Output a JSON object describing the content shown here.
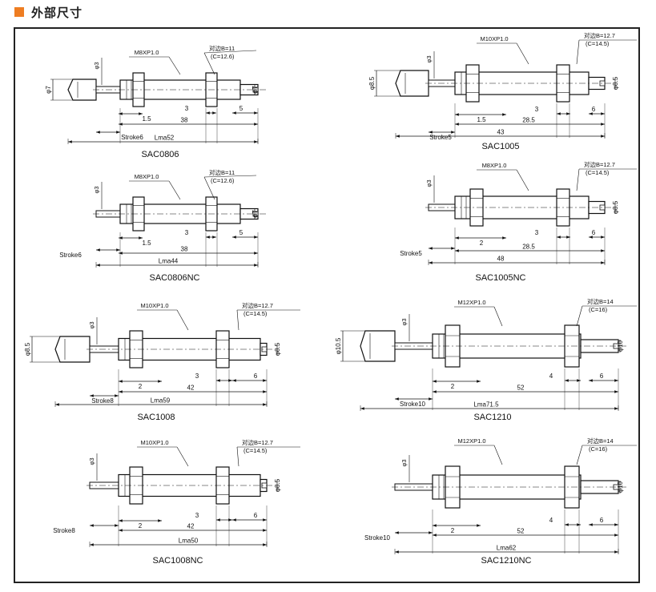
{
  "header": {
    "title": "外部尺寸",
    "accent_color": "#ee7d22"
  },
  "drawings": [
    {
      "caption": "SAC0806",
      "thread": "M8XP1.0",
      "flat_a": "对边B=11",
      "flat_b": "(C=12.6)",
      "phi3": "φ3",
      "left_phi": "φ7",
      "right_phi": "φ7",
      "d1": "1.5",
      "d2": "3",
      "d3": "5",
      "body_len": "38",
      "stroke": "Stroke6",
      "lma": "Lma52"
    },
    {
      "caption": "SAC1005",
      "thread": "M10XP1.0",
      "flat_a": "对边B=12.7",
      "flat_b": "(C=14.5)",
      "phi3": "φ3",
      "left_phi": "φ8.5",
      "right_phi": "φ8.5",
      "d1": "1.5",
      "d2": "3",
      "d3": "6",
      "body_len": "28.5",
      "stroke": "Stroke5",
      "lma": "43"
    },
    {
      "caption": "SAC0806NC",
      "thread": "M8XP1.0",
      "flat_a": "对边B=11",
      "flat_b": "(C=12.6)",
      "phi3": "φ3",
      "right_phi": "φ7",
      "d1": "1.5",
      "d2": "3",
      "d3": "5",
      "body_len": "38",
      "stroke": "Stroke6",
      "lma": "Lma44"
    },
    {
      "caption": "SAC1005NC",
      "thread": "M8XP1.0",
      "flat_a": "对边B=12.7",
      "flat_b": "(C=14.5)",
      "phi3": "φ3",
      "right_phi": "φ8.5",
      "d1": "2",
      "d2": "3",
      "d3": "6",
      "body_len": "28.5",
      "stroke": "Stroke5",
      "lma": "48"
    },
    {
      "caption": "SAC1008",
      "thread": "M10XP1.0",
      "flat_a": "对边B=12.7",
      "flat_b": "(C=14.5)",
      "phi3": "φ3",
      "left_phi": "φ8.5",
      "right_phi": "φ8.5",
      "d1": "2",
      "d2": "3",
      "d3": "6",
      "body_len": "42",
      "stroke": "Stroke8",
      "lma": "Lma59"
    },
    {
      "caption": "SAC1210",
      "thread": "M12XP1.0",
      "flat_a": "对边B=14",
      "flat_b": "(C=16)",
      "phi3": "φ3",
      "left_phi": "φ10.5",
      "right_phi": "φ10",
      "d1": "2",
      "d2": "4",
      "d3": "6",
      "body_len": "52",
      "stroke": "Stroke10",
      "lma": "Lma71.5"
    },
    {
      "caption": "SAC1008NC",
      "thread": "M10XP1.0",
      "flat_a": "对边B=12.7",
      "flat_b": "(C=14.5)",
      "phi3": "φ3",
      "right_phi": "φ8.5",
      "d1": "2",
      "d2": "3",
      "d3": "6",
      "body_len": "42",
      "stroke": "Stroke8",
      "lma": "Lma50"
    },
    {
      "caption": "SAC1210NC",
      "thread": "M12XP1.0",
      "flat_a": "对边B=14",
      "flat_b": "(C=16)",
      "phi3": "φ3",
      "right_phi": "φ10",
      "d1": "2",
      "d2": "4",
      "d3": "6",
      "body_len": "52",
      "stroke": "Stroke10",
      "lma": "Lma62"
    }
  ]
}
